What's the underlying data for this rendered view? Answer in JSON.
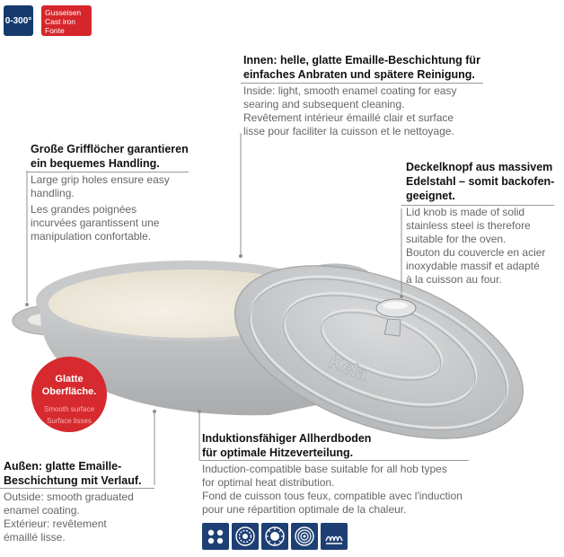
{
  "badges": {
    "temperature": "0-300°",
    "material_de": "Gusseisen",
    "material_en": "Cast iron",
    "material_fr": "Fonte"
  },
  "product": {
    "lid_brand": "Kela"
  },
  "callouts": {
    "handles": {
      "de": [
        "Große Grifflöcher garantieren",
        "ein bequemes Handling."
      ],
      "en": [
        "Large grip holes ensure easy",
        "handling."
      ],
      "fr": [
        "Les grandes poignées",
        "incurvées garantissent une",
        "manipulation confortable."
      ]
    },
    "inside": {
      "de": [
        "Innen: helle, glatte Emaille-Beschichtung für",
        "einfaches Anbraten und spätere Reinigung."
      ],
      "en": [
        "Inside: light, smooth enamel coating for easy",
        "searing and subsequent cleaning."
      ],
      "fr": [
        "Revêtement intérieur émaillé clair et surface",
        "lisse pour faciliter la cuisson et le nettoyage."
      ]
    },
    "knob": {
      "de": [
        "Deckelknopf aus massivem",
        "Edelstahl – somit backofen-",
        "geeignet."
      ],
      "en": [
        "Lid knob is made of solid",
        "stainless steel is therefore",
        "suitable for the oven."
      ],
      "fr": [
        "Bouton du couvercle en acier",
        "inoxydable massif et adapté",
        "à la cuisson au four."
      ]
    },
    "outside": {
      "de": [
        "Außen: glatte Emaille-",
        "Beschichtung mit Verlauf."
      ],
      "en": [
        "Outside: smooth graduated",
        "enamel coating."
      ],
      "fr": [
        "Extérieur: revêtement",
        "émaillé lisse."
      ]
    },
    "base": {
      "de": [
        "Induktionsfähiger Allherdboden",
        "für optimale Hitzeverteilung."
      ],
      "en": [
        "Induction-compatible base suitable for all hob types",
        "for optimal heat distribution."
      ],
      "fr": [
        "Fond de cuisson tous feux, compatible avec l'induction",
        "pour une répartition optimale de la chaleur."
      ]
    }
  },
  "surface_badge": {
    "de": [
      "Glatte",
      "Oberfläche."
    ],
    "en": "Smooth surface",
    "fr": "Surface lisses"
  },
  "hob_icons": [
    "electric-hob-icon",
    "ceramic-hob-icon",
    "gas-hob-icon",
    "halogen-hob-icon",
    "induction-hob-icon"
  ],
  "colors": {
    "navy": "#1d3f73",
    "red": "#d62a2e",
    "pot_grey": "#c6c7c8",
    "enamel_cream": "#eee9dc"
  }
}
